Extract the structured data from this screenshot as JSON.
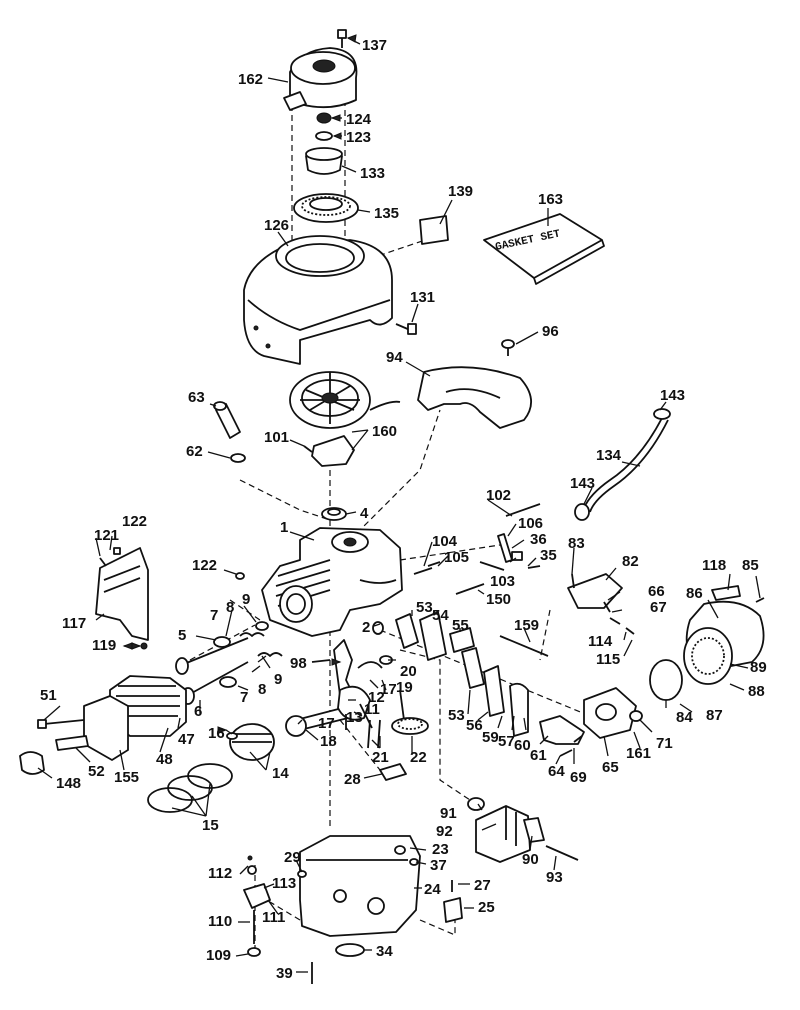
{
  "gasket_set_text": "GASKET SET",
  "labels": {
    "l1": "1",
    "l2": "2",
    "l4": "4",
    "l5": "5",
    "l6": "6",
    "l7a": "7",
    "l7b": "7",
    "l8a": "8",
    "l8b": "8",
    "l9a": "9",
    "l9b": "9",
    "l11": "11",
    "l12": "12",
    "l13": "13",
    "l14": "14",
    "l15": "15",
    "l16": "16",
    "l17a": "17",
    "l17b": "17",
    "l18": "18",
    "l19": "19",
    "l20": "20",
    "l21": "21",
    "l22": "22",
    "l23": "23",
    "l24": "24",
    "l25": "25",
    "l27": "27",
    "l28": "28",
    "l29": "29",
    "l34": "34",
    "l35": "35",
    "l36": "36",
    "l37": "37",
    "l39": "39",
    "l47": "47",
    "l48": "48",
    "l51": "51",
    "l52": "52",
    "l53a": "53",
    "l53b": "53",
    "l54": "54",
    "l55": "55",
    "l56": "56",
    "l57": "57",
    "l59": "59",
    "l60": "60",
    "l61": "61",
    "l62": "62",
    "l63": "63",
    "l64": "64",
    "l65": "65",
    "l66": "66",
    "l67": "67",
    "l69": "69",
    "l71": "71",
    "l82": "82",
    "l83": "83",
    "l84": "84",
    "l85": "85",
    "l86": "86",
    "l87": "87",
    "l88": "88",
    "l89": "89",
    "l90": "90",
    "l91": "91",
    "l92": "92",
    "l93": "93",
    "l94": "94",
    "l96": "96",
    "l98": "98",
    "l101": "101",
    "l102": "102",
    "l103": "103",
    "l104": "104",
    "l105": "105",
    "l106": "106",
    "l109": "109",
    "l110": "110",
    "l111": "111",
    "l112": "112",
    "l113": "113",
    "l114": "114",
    "l115": "115",
    "l117": "117",
    "l118": "118",
    "l119": "119",
    "l121": "121",
    "l122a": "122",
    "l122b": "122",
    "l123": "123",
    "l124": "124",
    "l126": "126",
    "l131": "131",
    "l133": "133",
    "l134": "134",
    "l135": "135",
    "l137": "137",
    "l139": "139",
    "l143a": "143",
    "l143b": "143",
    "l148": "148",
    "l150": "150",
    "l155": "155",
    "l159": "159",
    "l160": "160",
    "l161": "161",
    "l162": "162",
    "l163": "163"
  }
}
